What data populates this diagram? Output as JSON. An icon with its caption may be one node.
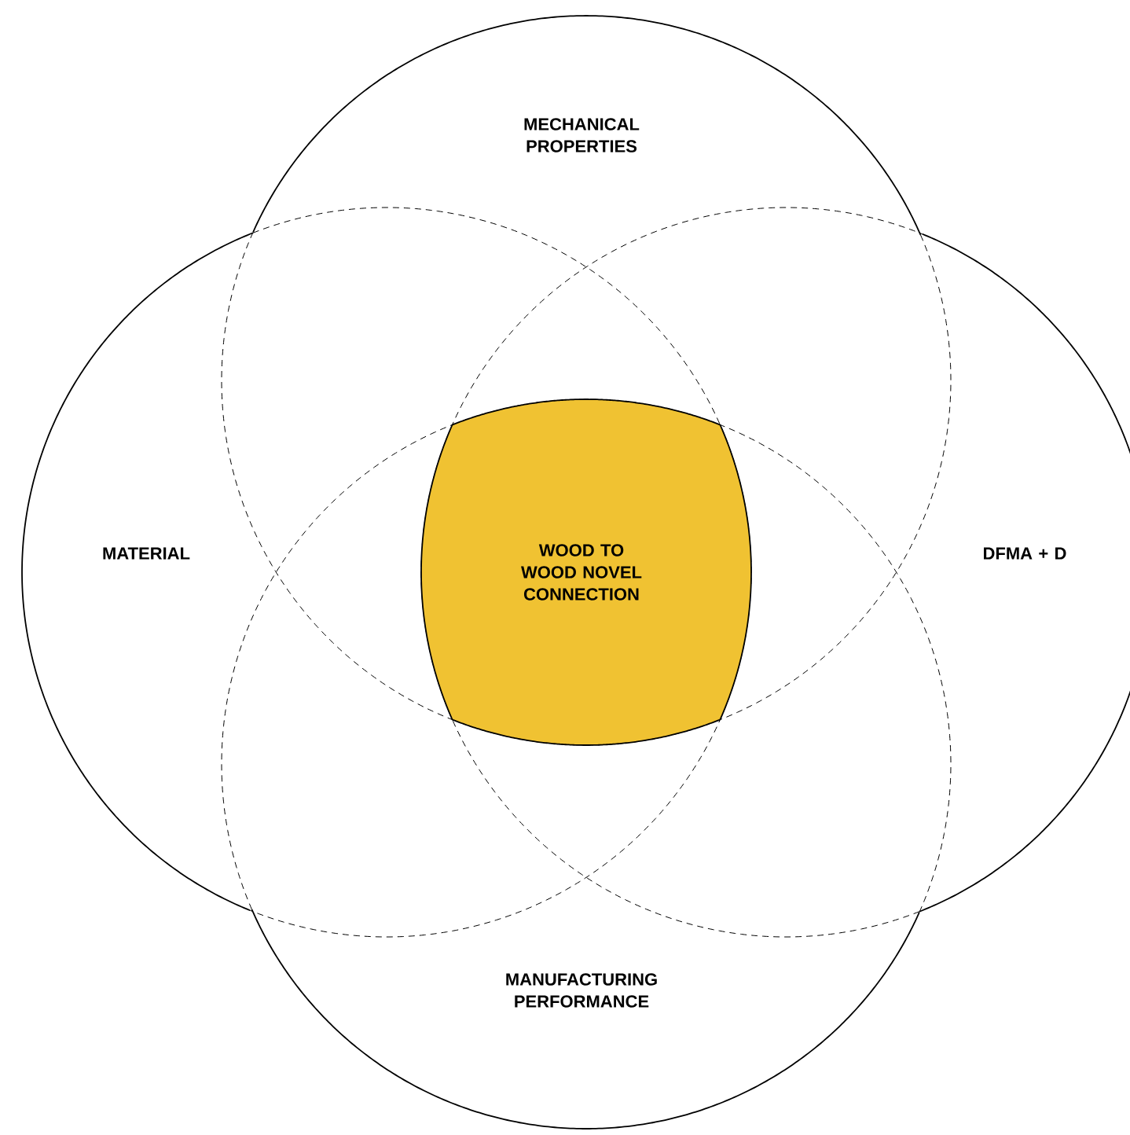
{
  "diagram": {
    "nodes": [
      {
        "text": [
          "MECHANICAL PROPERTIES"
        ]
      },
      {
        "text": [
          "MATERIAL"
        ]
      },
      {
        "text": [
          "DFMA + D"
        ]
      },
      {
        "text": [
          "MANUFACTURING PERFORMANCE"
        ]
      },
      {
        "text": [
          "WOOD TO WOOD NOVEL CONNECTION"
        ]
      }
    ]
  }
}
